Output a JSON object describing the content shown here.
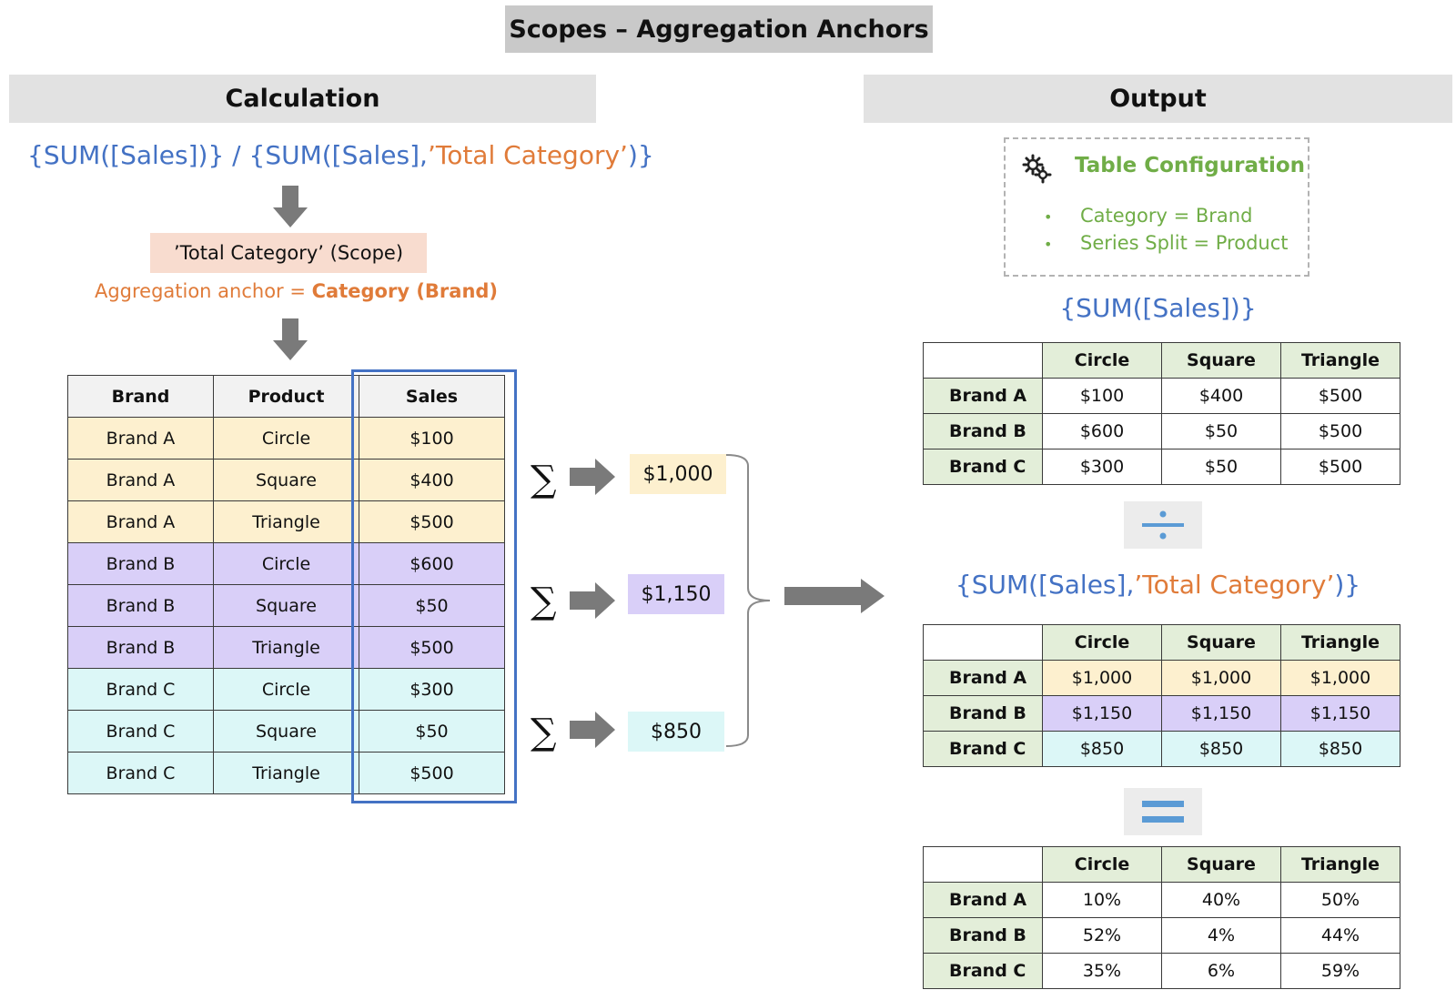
{
  "title": "Scopes – Aggregation Anchors",
  "calculation": {
    "header": "Calculation",
    "formula": {
      "part1": "{SUM([Sales])} / {SUM([Sales],",
      "part2": "’Total Category’",
      "part3": ")}"
    },
    "scope_label": "’Total Category’ (Scope)",
    "anchor_prefix": "Aggregation anchor = ",
    "anchor_value": "Category (Brand)",
    "table": {
      "headers": [
        "Brand",
        "Product",
        "Sales"
      ],
      "rows": [
        [
          "Brand A",
          "Circle",
          "$100"
        ],
        [
          "Brand A",
          "Square",
          "$400"
        ],
        [
          "Brand A",
          "Triangle",
          "$500"
        ],
        [
          "Brand B",
          "Circle",
          "$600"
        ],
        [
          "Brand B",
          "Square",
          "$50"
        ],
        [
          "Brand B",
          "Triangle",
          "$500"
        ],
        [
          "Brand C",
          "Circle",
          "$300"
        ],
        [
          "Brand C",
          "Square",
          "$50"
        ],
        [
          "Brand C",
          "Triangle",
          "$500"
        ]
      ]
    },
    "sigma": "∑",
    "sums": [
      "$1,000",
      "$1,150",
      "$850"
    ]
  },
  "output": {
    "header": "Output",
    "config": {
      "title": "Table Configuration",
      "items": [
        "Category = Brand",
        "Series Split = Product"
      ]
    },
    "formula1": "{SUM([Sales])}",
    "formula2": {
      "part1": "{SUM([Sales],",
      "part2": "’Total Category’",
      "part3": ")}"
    },
    "columns": [
      "Circle",
      "Square",
      "Triangle"
    ],
    "table1": [
      {
        "brand": "Brand A",
        "values": [
          "$100",
          "$400",
          "$500"
        ]
      },
      {
        "brand": "Brand B",
        "values": [
          "$600",
          "$50",
          "$500"
        ]
      },
      {
        "brand": "Brand C",
        "values": [
          "$300",
          "$50",
          "$500"
        ]
      }
    ],
    "table2": [
      {
        "brand": "Brand A",
        "values": [
          "$1,000",
          "$1,000",
          "$1,000"
        ]
      },
      {
        "brand": "Brand B",
        "values": [
          "$1,150",
          "$1,150",
          "$1,150"
        ]
      },
      {
        "brand": "Brand C",
        "values": [
          "$850",
          "$850",
          "$850"
        ]
      }
    ],
    "table3": [
      {
        "brand": "Brand A",
        "values": [
          "10%",
          "40%",
          "50%"
        ]
      },
      {
        "brand": "Brand B",
        "values": [
          "52%",
          "4%",
          "44%"
        ]
      },
      {
        "brand": "Brand C",
        "values": [
          "35%",
          "6%",
          "59%"
        ]
      }
    ]
  },
  "colors": {
    "brand_a": "#fdf0cf",
    "brand_b": "#d9cff8",
    "brand_c": "#dcf7f7",
    "formula_blue": "#4472c4",
    "formula_orange": "#e07b39",
    "config_green": "#70ad47",
    "row_header_green": "#e3eed9"
  },
  "icons": [
    "gears-icon",
    "sigma-icon",
    "arrow-down-icon",
    "arrow-right-icon",
    "brace-icon",
    "divide-icon",
    "equals-icon"
  ]
}
